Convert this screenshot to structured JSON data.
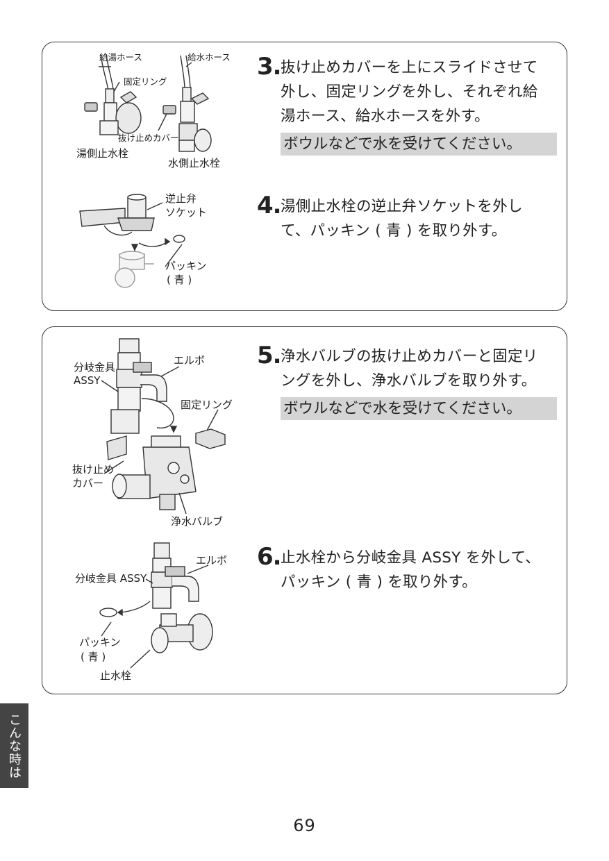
{
  "steps": [
    {
      "num": "3.",
      "text": "抜け止めカバーを上にスライドさせて\n外し、固定リングを外し、それぞれ給\n湯ホース、給水ホースを外す。",
      "note": "ボウルなどで水を受けてください。"
    },
    {
      "num": "4.",
      "text": "湯側止水栓の逆止弁ソケットを外し\nて、パッキン ( 青 ) を取り外す。"
    },
    {
      "num": "5.",
      "text": "浄水バルブの抜け止めカバーと固定リ\nングを外し、浄水バルブを取り外す。",
      "note": "ボウルなどで水を受けてください。"
    },
    {
      "num": "6.",
      "text": "止水栓から分岐金具 ASSY を外して、\nパッキン ( 青 ) を取り外す。"
    }
  ],
  "fig3": {
    "hot_hose": "給湯ホース",
    "cold_hose": "給水ホース",
    "ring": "固定リング",
    "cover": "抜け止めカバー",
    "hot_valve": "湯側止水栓",
    "cold_valve": "水側止水栓"
  },
  "fig4": {
    "socket_1": "逆止弁",
    "socket_2": "ソケット",
    "packing_1": "パッキン",
    "packing_2": "( 青 )"
  },
  "fig5": {
    "branch_1": "分岐金具",
    "branch_2": "ASSY",
    "elbow": "エルボ",
    "ring": "固定リング",
    "cover_1": "抜け止め",
    "cover_2": "カバー",
    "valve": "浄水バルブ"
  },
  "fig6": {
    "elbow": "エルボ",
    "branch": "分岐金具 ASSY",
    "packing_1": "パッキン",
    "packing_2": "( 青 )",
    "valve": "止水栓"
  },
  "side_tab": "こんな時は",
  "page_number": "69"
}
